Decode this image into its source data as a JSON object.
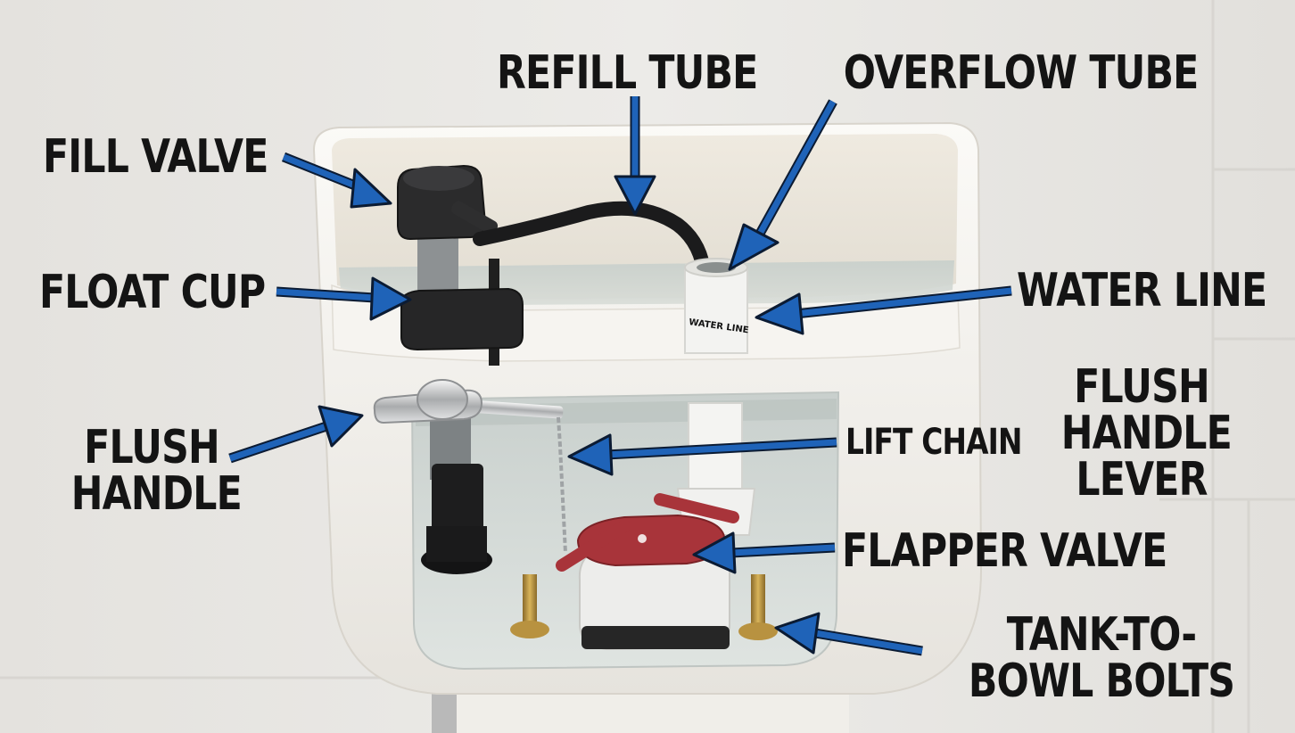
{
  "labels": {
    "refill_tube": "REFILL TUBE",
    "overflow_tube": "OVERFLOW TUBE",
    "fill_valve": "FILL VALVE",
    "float_cup": "FLOAT CUP",
    "water_line": "WATER LINE",
    "flush_handle": "FLUSH HANDLE",
    "flush_handle_lever": "FLUSH HANDLE LEVER",
    "lift_chain": "LIFT CHAIN",
    "flapper_valve": "FLAPPER VALVE",
    "tank_to_bowl_bolts": "TANK-TO-BOWL BOLTS"
  },
  "tube_print": "WATER LINE",
  "colors": {
    "arrow": "#1f63b8",
    "arrow_outline": "#0b1b33",
    "porcelain": "#f4f2ee",
    "water": "#c9d2cf",
    "flapper": "#a8343a",
    "fill_valve": "#2a2a2a",
    "pvc": "#f2f2f0"
  }
}
